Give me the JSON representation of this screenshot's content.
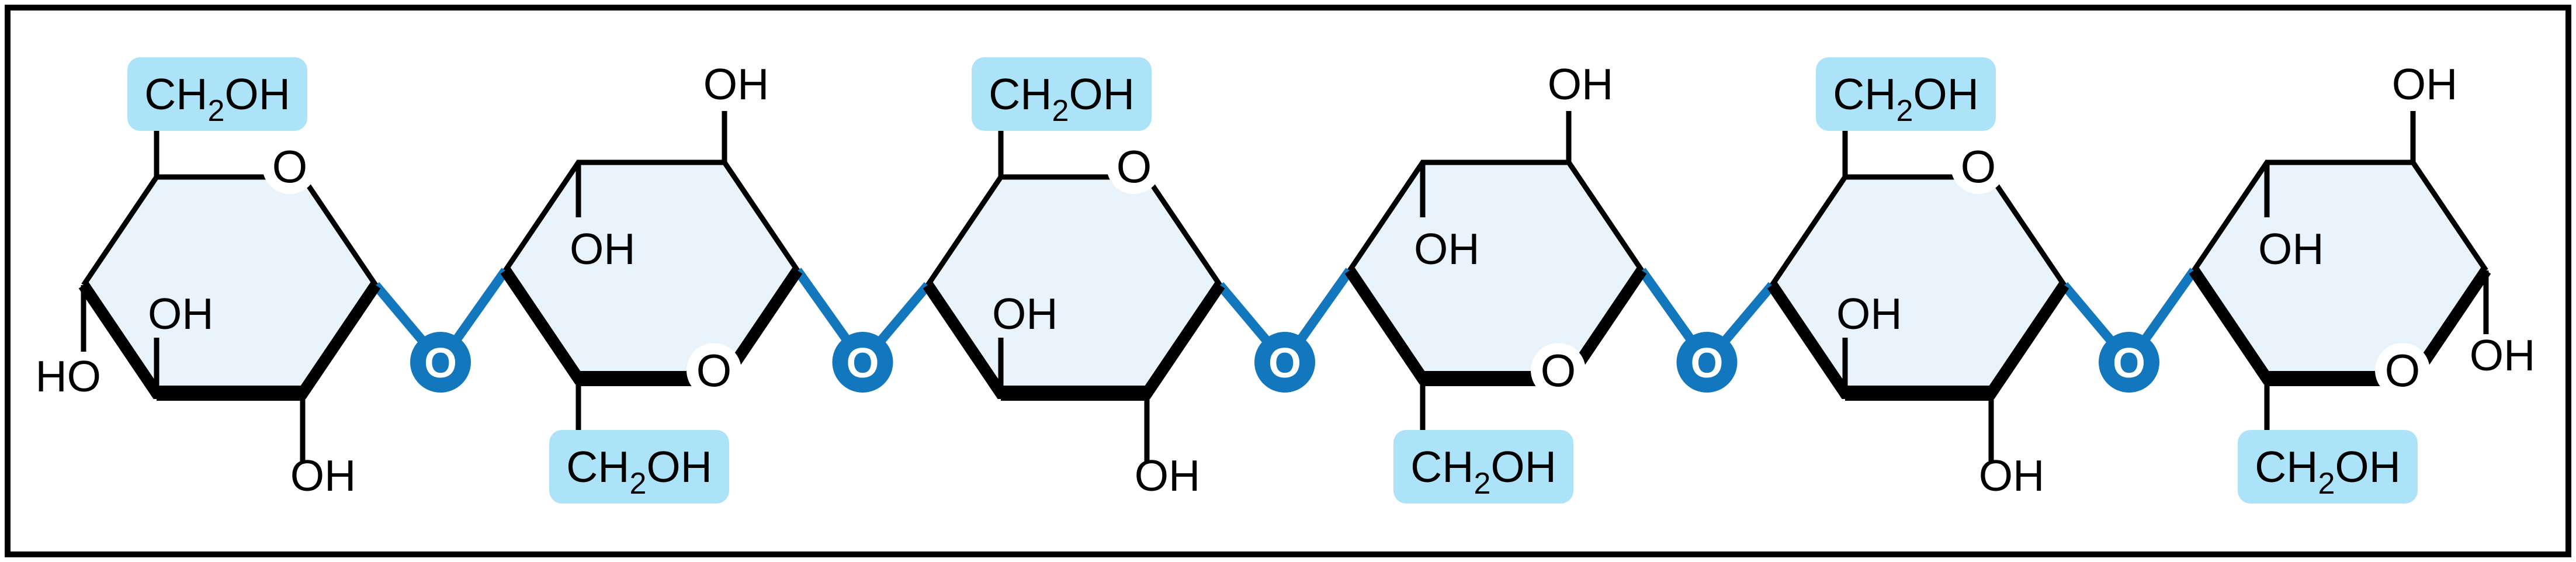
{
  "diagram": {
    "type": "chemical-structure",
    "colors": {
      "background": "#ffffff",
      "border": "#000000",
      "structure_black": "#000000",
      "ring_fill": "#e8f3fb",
      "highlight_fill": "#ade3f9",
      "glycosidic_blue": "#1377be",
      "oxygen_text_white": "#ffffff"
    },
    "rings": [
      {
        "name": "glucose-unit-1",
        "orientation": "up",
        "ring_oxygen_label": "O",
        "ch2oh": {
          "prefix": "CH",
          "subscript": "2",
          "suffix": "OH",
          "side": "top",
          "highlighted": true
        },
        "inner_hydroxyl": "OH",
        "outer_hydroxyl": {
          "label": "OH",
          "side": "bottom"
        },
        "terminal_group": {
          "label": "HO",
          "side": "left"
        }
      },
      {
        "name": "glucose-unit-2",
        "orientation": "down",
        "ring_oxygen_label": "O",
        "ch2oh": {
          "prefix": "CH",
          "subscript": "2",
          "suffix": "OH",
          "side": "bottom",
          "highlighted": true
        },
        "inner_hydroxyl": "OH",
        "outer_hydroxyl": {
          "label": "OH",
          "side": "top"
        },
        "terminal_group": null
      },
      {
        "name": "glucose-unit-3",
        "orientation": "up",
        "ring_oxygen_label": "O",
        "ch2oh": {
          "prefix": "CH",
          "subscript": "2",
          "suffix": "OH",
          "side": "top",
          "highlighted": true
        },
        "inner_hydroxyl": "OH",
        "outer_hydroxyl": {
          "label": "OH",
          "side": "bottom"
        },
        "terminal_group": null
      },
      {
        "name": "glucose-unit-4",
        "orientation": "down",
        "ring_oxygen_label": "O",
        "ch2oh": {
          "prefix": "CH",
          "subscript": "2",
          "suffix": "OH",
          "side": "bottom",
          "highlighted": true
        },
        "inner_hydroxyl": "OH",
        "outer_hydroxyl": {
          "label": "OH",
          "side": "top"
        },
        "terminal_group": null
      },
      {
        "name": "glucose-unit-5",
        "orientation": "up",
        "ring_oxygen_label": "O",
        "ch2oh": {
          "prefix": "CH",
          "subscript": "2",
          "suffix": "OH",
          "side": "top",
          "highlighted": true
        },
        "inner_hydroxyl": "OH",
        "outer_hydroxyl": {
          "label": "OH",
          "side": "bottom"
        },
        "terminal_group": null
      },
      {
        "name": "glucose-unit-6",
        "orientation": "down",
        "ring_oxygen_label": "O",
        "ch2oh": {
          "prefix": "CH",
          "subscript": "2",
          "suffix": "OH",
          "side": "bottom",
          "highlighted": true
        },
        "inner_hydroxyl": "OH",
        "outer_hydroxyl": {
          "label": "OH",
          "side": "top"
        },
        "terminal_group": {
          "label": "OH",
          "side": "right"
        }
      }
    ],
    "glycosidic_bridges": [
      {
        "label": "O"
      },
      {
        "label": "O"
      },
      {
        "label": "O"
      },
      {
        "label": "O"
      },
      {
        "label": "O"
      }
    ]
  }
}
